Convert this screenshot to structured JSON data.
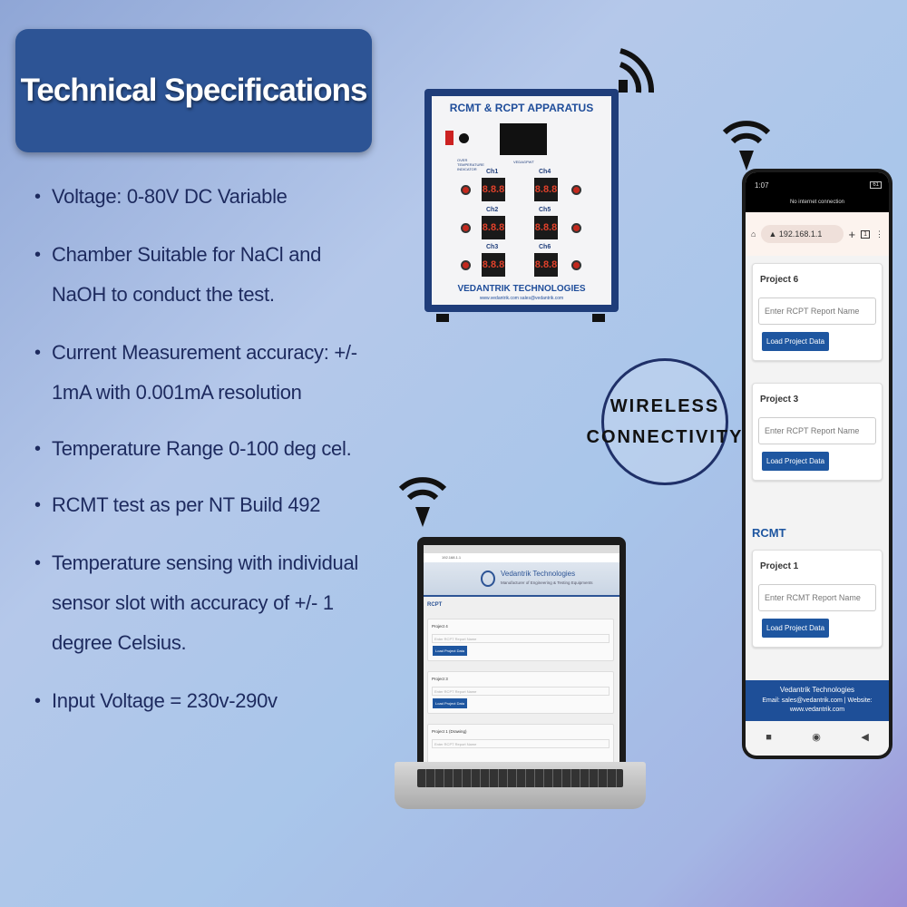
{
  "title": "Technical Specifications",
  "specs": [
    "Voltage: 0-80V DC Variable",
    "Chamber Suitable for NaCl and NaOH to conduct the test.",
    "Current Measurement accuracy: +/- 1mA with 0.001mA resolution",
    "Temperature Range 0-100 deg cel.",
    "RCMT test as per NT Build 492",
    "Temperature sensing with individual sensor slot with accuracy of +/- 1 degree Celsius.",
    "Input Voltage = 230v-290v"
  ],
  "apparatus": {
    "title": "RCMT & RCPT APPARATUS",
    "indicator_label": "OVER TEMPERATURE INDICATOR",
    "display_label": "VEDAGPWT",
    "channels": [
      "Ch1",
      "Ch2",
      "Ch3",
      "Ch4",
      "Ch5",
      "Ch6"
    ],
    "led_value": "8.8.8",
    "brand": "VEDANTRIK TECHNOLOGIES",
    "contact": "www.vedantrik.com  sales@vedantrik.com"
  },
  "badge": {
    "line1": "WIRELESS",
    "line2": "CONNECTIVITY"
  },
  "phone": {
    "time": "1:07",
    "battery": "61",
    "no_connection": "No internet connection",
    "url": "192.168.1.1",
    "tab_count": "1",
    "cards_rcpt": [
      {
        "title": "Project 6",
        "placeholder": "Enter RCPT Report Name",
        "button": "Load Project Data"
      },
      {
        "title": "Project 3",
        "placeholder": "Enter RCPT Report Name",
        "button": "Load Project Data"
      }
    ],
    "section_rcmt": "RCMT",
    "cards_rcmt": [
      {
        "title": "Project 1",
        "placeholder": "Enter RCMT Report Name",
        "button": "Load Project Data"
      }
    ],
    "footer_name": "Vedantrik Technologies",
    "footer_contact": "Email: sales@vedantrik.com | Website: www.vedantrik.com"
  },
  "laptop": {
    "url": "192.168.1.1",
    "brand": "Vedantrik Technologies",
    "tagline": "Manufacturer of Engineering & Testing Equipments",
    "section": "RCPT",
    "cards": [
      {
        "title": "Project 4",
        "placeholder": "Enter RCPT Report Name",
        "button": "Load Project Data"
      },
      {
        "title": "Project 3",
        "placeholder": "Enter RCPT Report Name",
        "button": "Load Project Data"
      },
      {
        "title": "Project 1 (Drawing)",
        "placeholder": "Enter RCPT Report Name"
      }
    ]
  },
  "colors": {
    "title_bg": "#2d5495",
    "text": "#1d2a5e",
    "button": "#1e56a0",
    "led": "#e0412b"
  }
}
